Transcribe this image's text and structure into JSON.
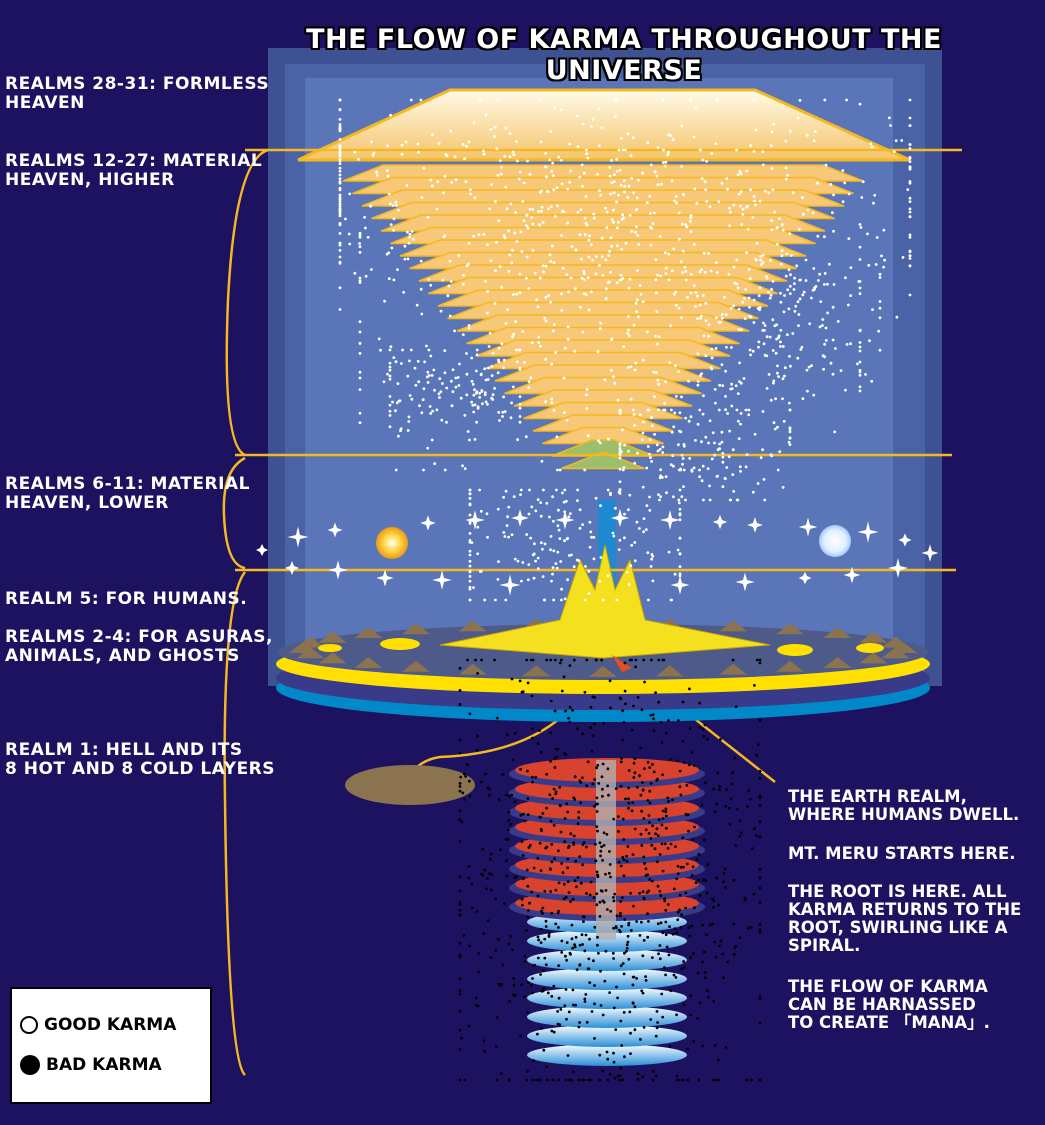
{
  "title": "The Flow of Karma Throughout the Universe",
  "realm_labels": [
    {
      "id": "formless",
      "text": "Realms 28-31: Formless\nHeaven"
    },
    {
      "id": "material-higher",
      "text": "Realms 12-27: Material\nHeaven, Higher"
    },
    {
      "id": "material-lower",
      "text": "Realms 6-11: Material\nHeaven, Lower"
    },
    {
      "id": "humans",
      "text": "Realm 5: For Humans."
    },
    {
      "id": "asuras",
      "text": "Realms 2-4: For Asuras,\nAnimals, and Ghosts"
    },
    {
      "id": "hell",
      "text": "Realm 1: Hell and its\n8 Hot and 8 Cold Layers"
    }
  ],
  "notes": [
    "The Earth realm,\nwhere humans dwell.",
    "Mt. Meru starts here.",
    "The root is here. All\nkarma returns to the\nroot, swirling like a\nspiral.",
    "The flow of karma\ncan be harnassed\nto create 「Mana」."
  ],
  "legend": {
    "good": "Good Karma",
    "bad": "Bad Karma"
  },
  "colors": {
    "background": "#1c1260",
    "box": "#5a76b8",
    "gold": "#f5b820",
    "hell_red": "#d9432e",
    "cold_blue": "#4aa8e0"
  }
}
